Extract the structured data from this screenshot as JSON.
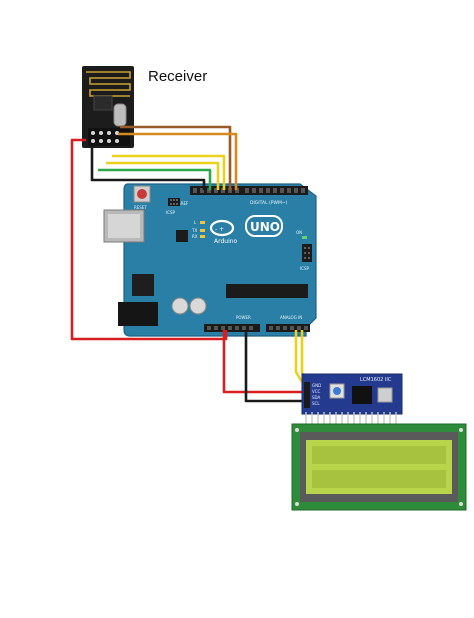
{
  "title": "Receiver",
  "arduino": {
    "logo": "UNO",
    "brand": "Arduino",
    "reset_label": "RESET",
    "icsp_label": "ICSP",
    "icsp2_label": "ICSP",
    "tx_label": "TX",
    "rx_label": "RX",
    "l_label": "L",
    "on_label": "ON",
    "digital_label": "DIGITAL (PWM~)",
    "power_label": "POWER",
    "analog_label": "ANALOG IN",
    "aref_label": "AREF"
  },
  "lcd": {
    "module_label": "LCM1602 IIC",
    "pin_labels": [
      "GND",
      "VCC",
      "SDA",
      "SCL"
    ]
  },
  "colors": {
    "board": "#2a7fa6",
    "wire_red": "#d81e1e",
    "wire_black": "#1a1a1a",
    "wire_yellow": "#e9d21a",
    "wire_orange": "#d98a1f",
    "wire_brown": "#9a5a2a",
    "wire_green": "#2fa84a",
    "lcd_screen": "#b8d44a",
    "lcd_pcb": "#2e8b3a",
    "i2c_board": "#243a8e",
    "nrf_pcb": "#1c1c1c"
  }
}
